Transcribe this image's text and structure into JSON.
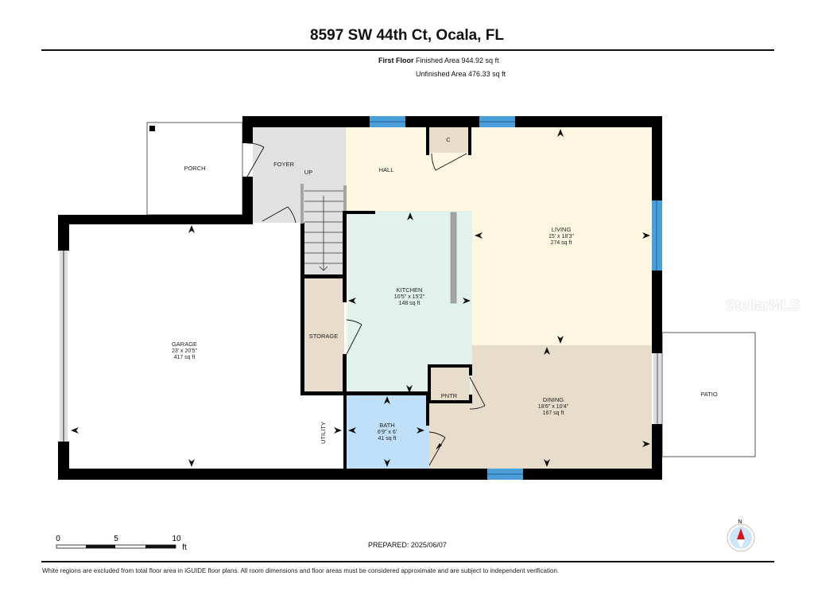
{
  "header": {
    "title": "8597 SW 44th Ct, Ocala, FL",
    "floor_label": "First Floor",
    "finished_area": "Finished Area 944.92 sq ft",
    "unfinished_area": "Unfinished Area 476.33 sq ft"
  },
  "rooms": {
    "porch": {
      "name": "PORCH"
    },
    "foyer": {
      "name": "FOYER",
      "stair_label": "UP"
    },
    "hall": {
      "name": "HALL"
    },
    "closet": {
      "name": "C"
    },
    "living": {
      "name": "LIVING",
      "dims": "15' x 18'3\"",
      "area": "274 sq ft"
    },
    "kitchen": {
      "name": "KITCHEN",
      "dims": "10'5\" x 15'2\"",
      "area": "148 sq ft"
    },
    "garage": {
      "name": "GARAGE",
      "dims": "23' x 20'5\"",
      "area": "417 sq ft"
    },
    "storage": {
      "name": "STORAGE"
    },
    "pantry": {
      "name": "PNTR"
    },
    "dining": {
      "name": "DINING",
      "dims": "18'6\" x 10'4\"",
      "area": "167 sq ft"
    },
    "bath": {
      "name": "BATH",
      "dims": "6'9\" x 6'",
      "area": "41 sq ft"
    },
    "utility": {
      "name": "UTILITY"
    },
    "patio": {
      "name": "PATIO"
    }
  },
  "colors": {
    "wall": "#000000",
    "window": "#4a9fd8",
    "foyer": "#e1e1e1",
    "hall_living": "#fdf6e1",
    "kitchen": "#e3f1ec",
    "dining": "#e8dccb",
    "storage": "#e8dccb",
    "bath": "#bfe0f8",
    "compass_needle": "#d0181f",
    "compass_ring": "#cde6f7"
  },
  "scale_bar": {
    "ticks": [
      "0",
      "5",
      "10"
    ],
    "unit": "ft"
  },
  "compass": {
    "label": "N"
  },
  "footer": {
    "prepared": "PREPARED: 2025/06/07",
    "disclaimer": "White regions are excluded from total floor area in iGUIDE floor plans. All room dimensions and floor areas must be considered approximate and are subject to independent verification."
  },
  "watermark": "StellarMLS"
}
